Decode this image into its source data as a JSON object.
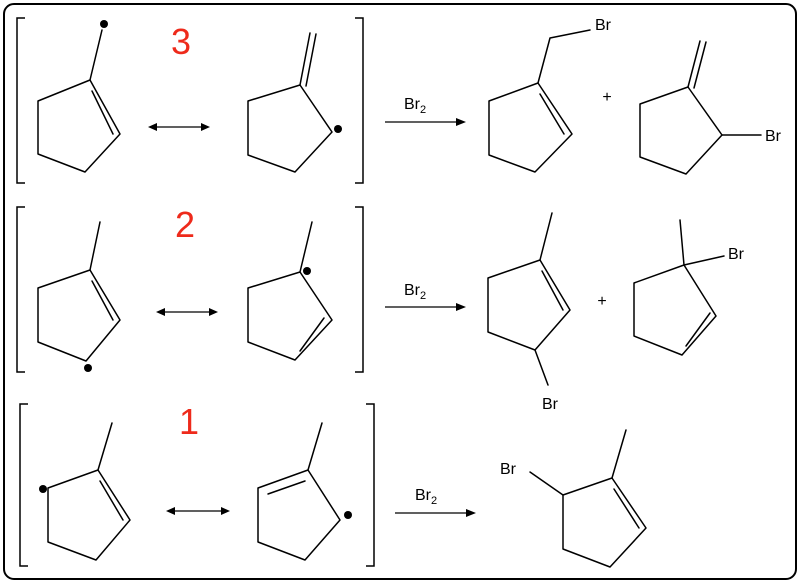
{
  "rows": [
    {
      "stability_rank": "3",
      "reagent": {
        "base": "Br",
        "subscript": "2"
      },
      "plus": "+",
      "product_labels": [
        "Br",
        "Br"
      ]
    },
    {
      "stability_rank": "2",
      "reagent": {
        "base": "Br",
        "subscript": "2"
      },
      "plus": "+",
      "product_labels": [
        "Br",
        "Br"
      ]
    },
    {
      "stability_rank": "1",
      "reagent": {
        "base": "Br",
        "subscript": "2"
      },
      "product_labels": [
        "Br"
      ]
    }
  ],
  "colors": {
    "rank_number": "#ee2a1b",
    "lines": "#000000"
  }
}
